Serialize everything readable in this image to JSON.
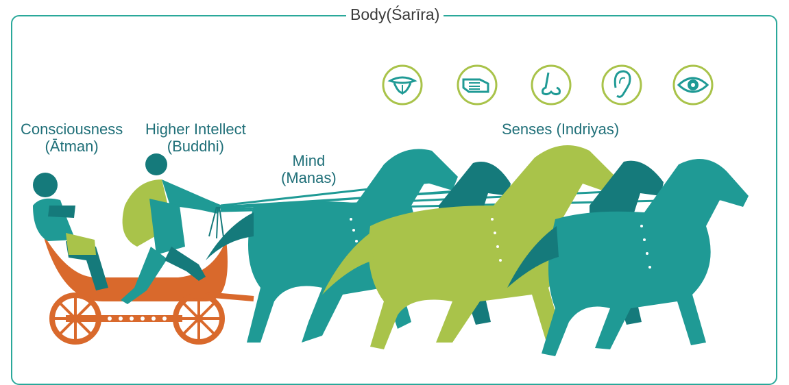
{
  "title": "Body(Śarīra)",
  "labels": {
    "consciousness_1": "Consciousness",
    "consciousness_2": "(Ātman)",
    "intellect_1": "Higher Intellect",
    "intellect_2": "(Buddhi)",
    "mind_1": "Mind",
    "mind_2": "(Manas)",
    "senses": "Senses (Indriyas)"
  },
  "sense_icons": [
    "tongue-icon",
    "hand-icon",
    "nose-icon",
    "ear-icon",
    "eye-icon"
  ],
  "colors": {
    "frame": "#2aa89a",
    "teal": "#1f9a95",
    "dark_teal": "#157a7b",
    "lime": "#a9c34a",
    "chariot": "#d9692c",
    "text": "#1f6f78"
  }
}
